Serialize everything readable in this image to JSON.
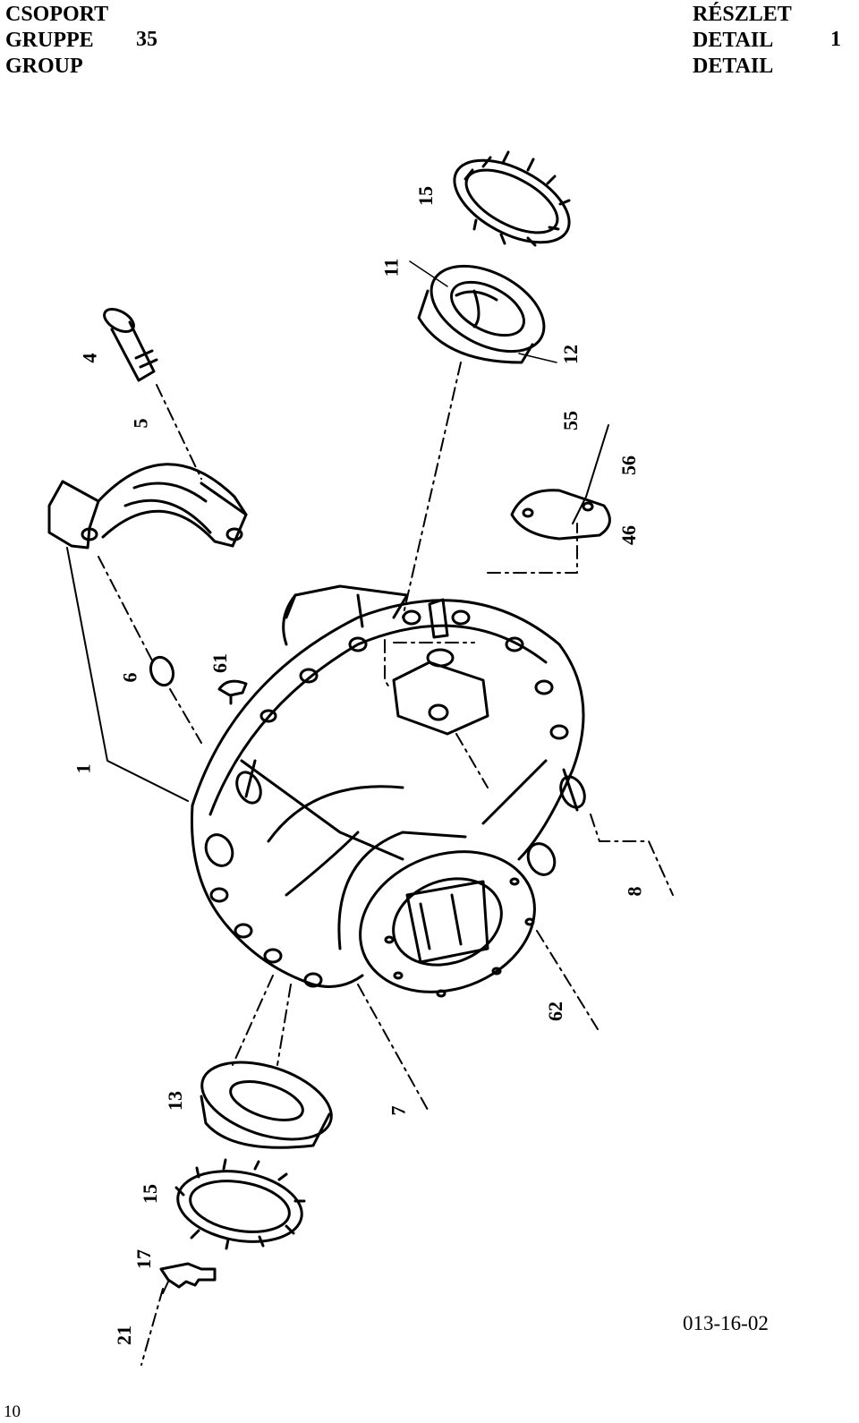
{
  "header": {
    "left_labels": [
      "CSOPORT",
      "GRUPPE",
      "GROUP"
    ],
    "group_number": "35",
    "right_labels": [
      "RÉSZLET",
      "DETAIL",
      "DETAIL"
    ],
    "detail_number": "1"
  },
  "callouts": [
    "15",
    "11",
    "12",
    "4",
    "5",
    "55",
    "56",
    "46",
    "6",
    "61",
    "1",
    "8",
    "62",
    "13",
    "7",
    "15",
    "17",
    "21"
  ],
  "drawing_id": "013-16-02",
  "page_number": "10"
}
